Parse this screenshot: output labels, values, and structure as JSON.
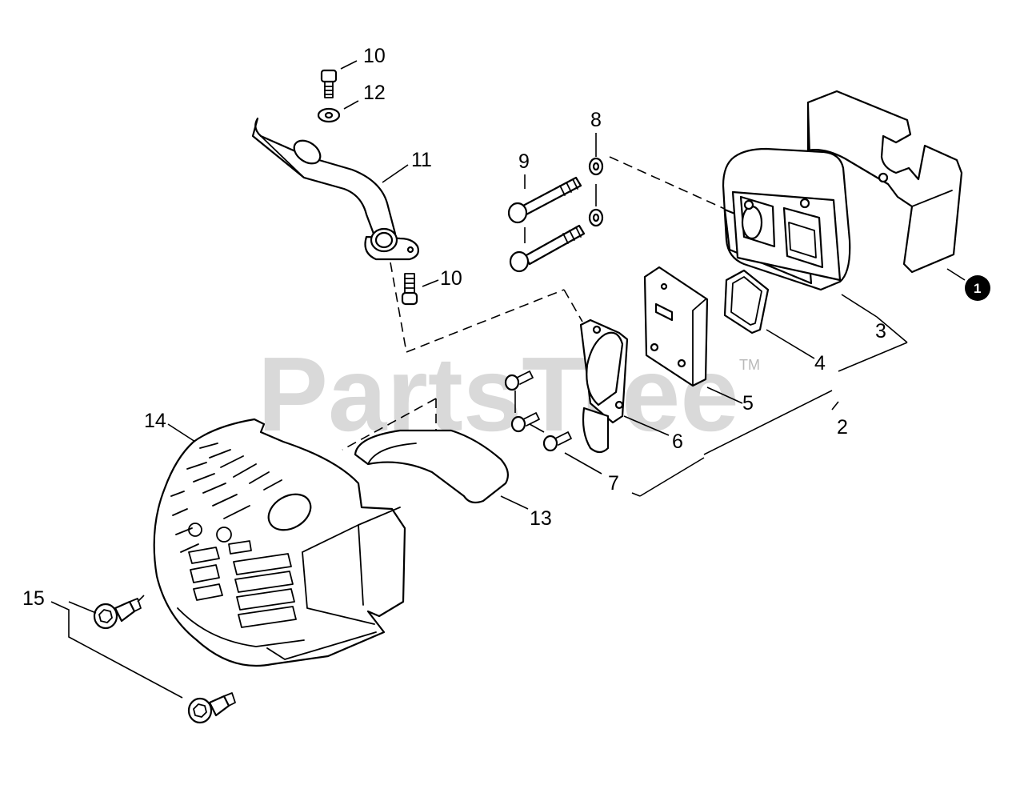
{
  "watermark": {
    "brand": "PartsTree",
    "trademark": "TM"
  },
  "reference_marker": {
    "label": "1",
    "color": "#000000"
  },
  "callouts": {
    "c2": "2",
    "c3": "3",
    "c4": "4",
    "c5": "5",
    "c6": "6",
    "c7": "7",
    "c8": "8",
    "c9": "9",
    "c10a": "10",
    "c10b": "10",
    "c11": "11",
    "c12": "12",
    "c13": "13",
    "c14": "14",
    "c15": "15"
  }
}
